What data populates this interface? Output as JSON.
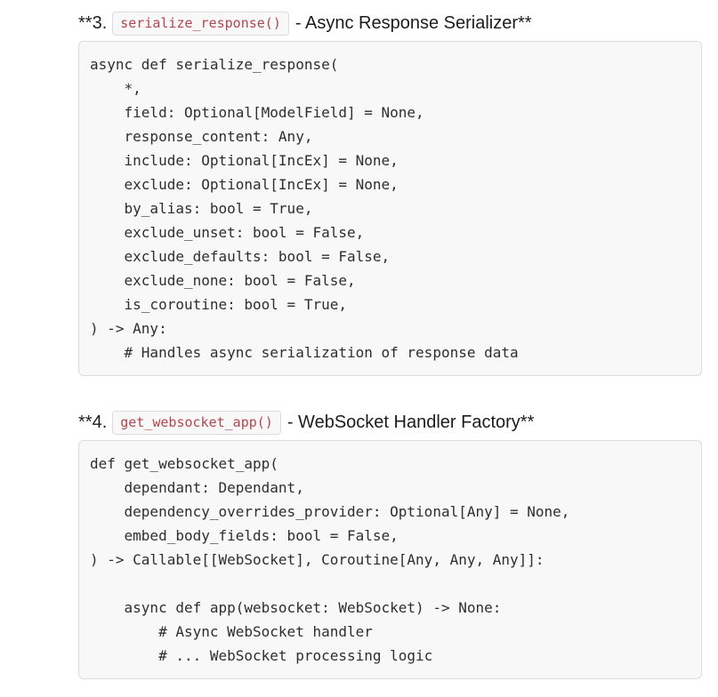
{
  "page": {
    "background": "#ffffff",
    "heading_color": "#1d1c1d",
    "code_text_color": "#2e2e2e",
    "code_block_bg": "#f8f8f8",
    "code_block_border": "#dcdcdc",
    "inline_code_color": "#b2454e"
  },
  "sections": [
    {
      "heading": {
        "prefix": "**3.",
        "inline_code": "serialize_response()",
        "suffix": "- Async Response Serializer**"
      },
      "code_lines": [
        "async def serialize_response(",
        "    *,",
        "    field: Optional[ModelField] = None,",
        "    response_content: Any,",
        "    include: Optional[IncEx] = None,",
        "    exclude: Optional[IncEx] = None,",
        "    by_alias: bool = True,",
        "    exclude_unset: bool = False,",
        "    exclude_defaults: bool = False,",
        "    exclude_none: bool = False,",
        "    is_coroutine: bool = True,",
        ") -> Any:",
        "    # Handles async serialization of response data"
      ]
    },
    {
      "heading": {
        "prefix": "**4.",
        "inline_code": "get_websocket_app()",
        "suffix": "- WebSocket Handler Factory**"
      },
      "code_lines": [
        "def get_websocket_app(",
        "    dependant: Dependant,",
        "    dependency_overrides_provider: Optional[Any] = None,",
        "    embed_body_fields: bool = False,",
        ") -> Callable[[WebSocket], Coroutine[Any, Any, Any]]:",
        "",
        "    async def app(websocket: WebSocket) -> None:",
        "        # Async WebSocket handler",
        "        # ... WebSocket processing logic"
      ]
    }
  ]
}
